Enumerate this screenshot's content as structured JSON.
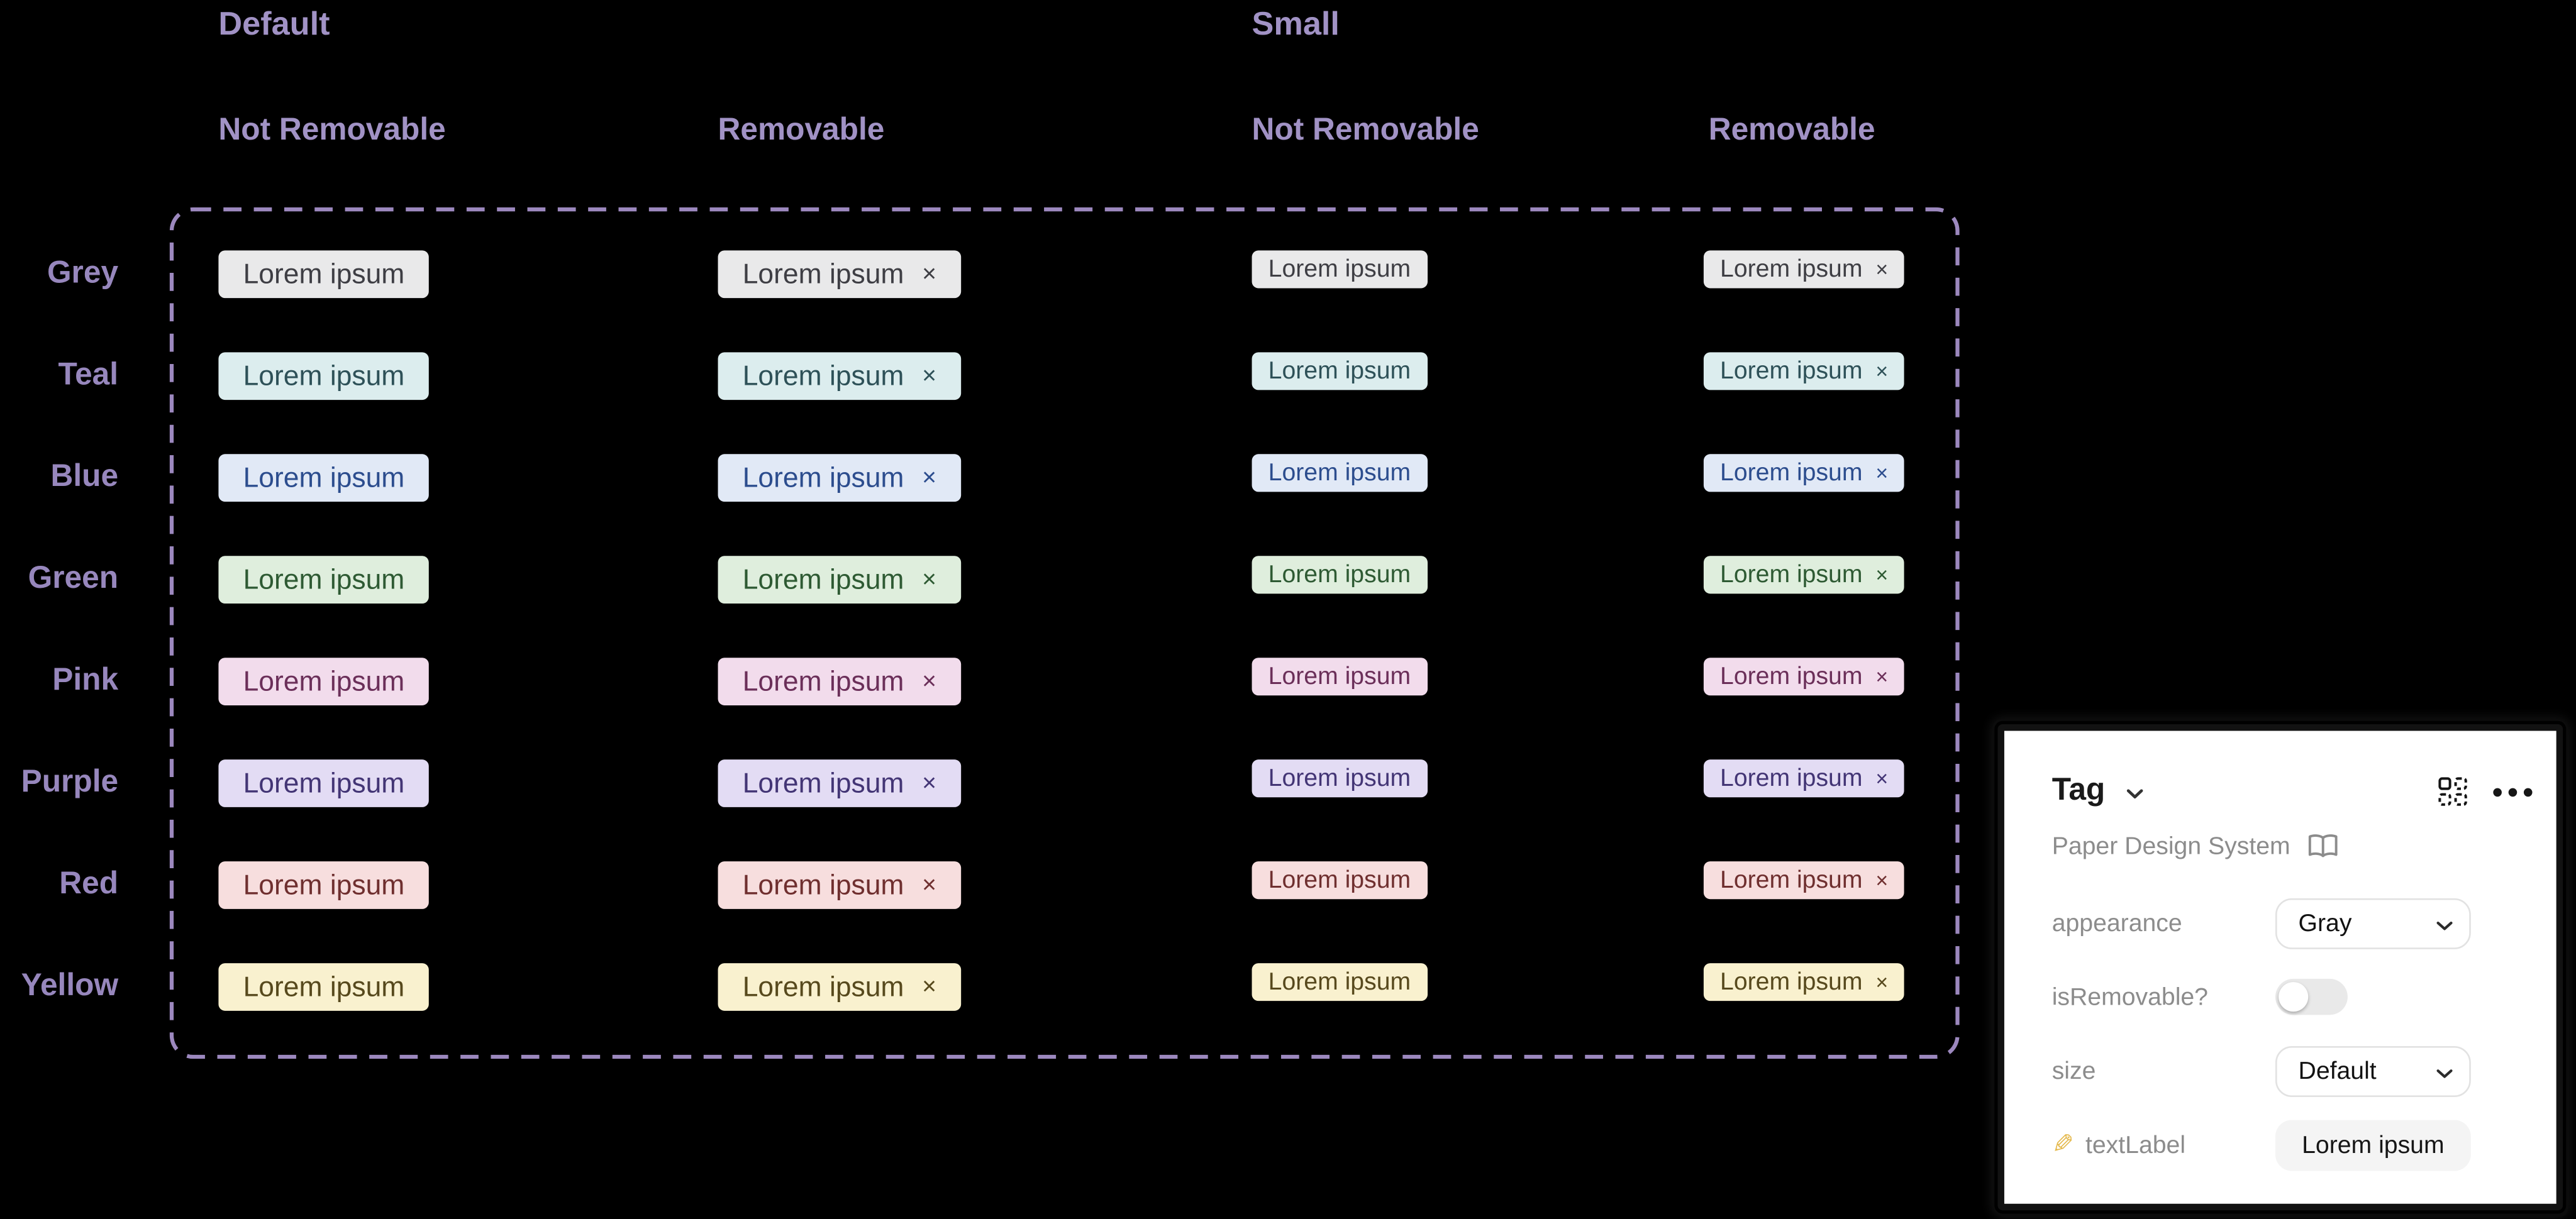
{
  "colors": {
    "background": "#000000",
    "header_text": "#a192c5",
    "row_label_text": "#9787bd",
    "dashed_border": "#9c88be",
    "panel_background": "#ffffff",
    "panel_border": "#121212",
    "panel_title_text": "#1a1a1a",
    "panel_muted_text": "#8c8c8c",
    "control_border": "#e2e2e2",
    "control_text": "#121212",
    "toggle_track": "#e9e9e9",
    "input_background": "#f4f4f4"
  },
  "headers": {
    "group_default": "Default",
    "group_small": "Small",
    "col_not_removable": "Not Removable",
    "col_removable": "Removable"
  },
  "rows": [
    {
      "name": "Grey",
      "bg": "#e9e9ea",
      "fg": "#3e3e44"
    },
    {
      "name": "Teal",
      "bg": "#dcedee",
      "fg": "#2e5158"
    },
    {
      "name": "Blue",
      "bg": "#e1e9f6",
      "fg": "#2c4d8e"
    },
    {
      "name": "Green",
      "bg": "#dfeedd",
      "fg": "#2e5a33"
    },
    {
      "name": "Pink",
      "bg": "#f2dcec",
      "fg": "#6b2f59"
    },
    {
      "name": "Purple",
      "bg": "#e3dcf4",
      "fg": "#433575"
    },
    {
      "name": "Red",
      "bg": "#f7dede",
      "fg": "#6f2f2f"
    },
    {
      "name": "Yellow",
      "bg": "#f9f1cf",
      "fg": "#57491d"
    }
  ],
  "tag": {
    "label": "Lorem ipsum",
    "remove_glyph": "×"
  },
  "icons": {
    "pencil": "✎",
    "title_chevron": "chevron-down",
    "grid": "component-grid",
    "more": "ellipsis",
    "docs": "book-open"
  },
  "panel": {
    "title": "Tag",
    "subtitle": "Paper Design System",
    "controls": [
      {
        "label": "appearance",
        "type": "select",
        "value": "Gray"
      },
      {
        "label": "isRemovable?",
        "type": "toggle",
        "value": false
      },
      {
        "label": "size",
        "type": "select",
        "value": "Default"
      },
      {
        "label": "textLabel",
        "type": "input",
        "value": "Lorem ipsum"
      }
    ]
  }
}
